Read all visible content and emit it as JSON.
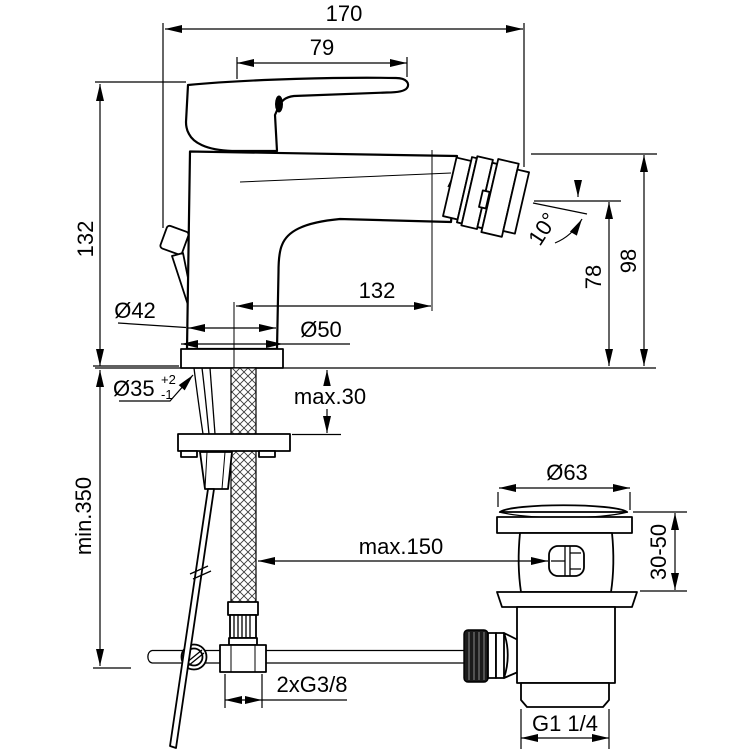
{
  "drawing": {
    "type": "technical dimension drawing",
    "subject": "single-lever bidet mixer with pop-up waste",
    "line_color": "#000000",
    "background_color": "#ffffff",
    "dimensions": {
      "total_projection": "170",
      "handle_length": "79",
      "body_height": "132",
      "spout_reach": "132",
      "spout_outlet_height": "78",
      "spout_top_height": "98",
      "spout_angle": "10°",
      "body_base_diameter": "Ø42",
      "base_flange_diameter": "Ø50",
      "mounting_hole_diameter": "Ø35",
      "mounting_hole_tolerance_plus": "+2",
      "mounting_hole_tolerance_minus": "-1",
      "deck_thickness_max": "max.30",
      "clearance_below_min": "min.350",
      "hose_to_waste_max": "max.150",
      "supply_connections": "2xG3/8",
      "waste_cap_diameter": "Ø63",
      "waste_clamp_range": "30-50",
      "waste_outlet_thread": "G1 1/4"
    }
  }
}
